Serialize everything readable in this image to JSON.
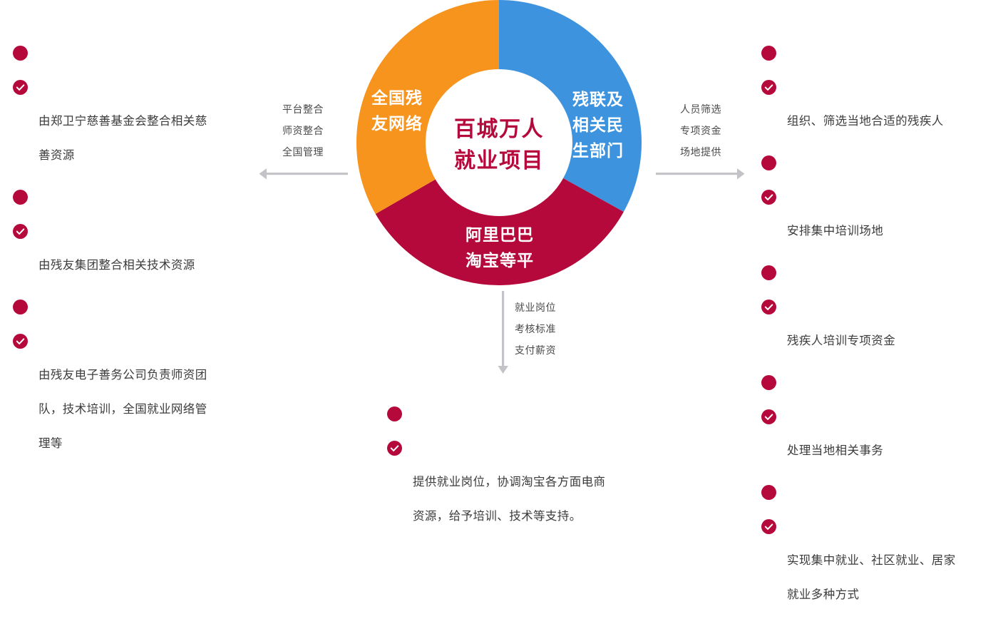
{
  "diagram": {
    "title": "百城万人就业项目",
    "colors": {
      "orange": "#F7941D",
      "blue": "#3D93DD",
      "crimson": "#B5093C",
      "arrow_gray": "#C4C4C8",
      "text_gray": "#3C3C3C"
    },
    "center": {
      "line1": "百城万人",
      "line2": "就业项目"
    },
    "segments": [
      {
        "id": "blue",
        "name": "残联及相关民生部门",
        "color": "#3D93DD",
        "lines": [
          "残联及",
          "相关民",
          "生部门"
        ],
        "start_angle": 0,
        "end_angle": 119
      },
      {
        "id": "crimson",
        "name": "阿里巴巴淘宝等平",
        "color": "#B5093C",
        "lines": [
          "阿里巴巴",
          "淘宝等平"
        ],
        "start_angle": 119,
        "end_angle": 240
      },
      {
        "id": "orange",
        "name": "全国残友网络",
        "color": "#F7941D",
        "lines": [
          "全国残",
          "友网络"
        ],
        "start_angle": 240,
        "end_angle": 360
      }
    ],
    "arrows": {
      "left": {
        "direction": "left",
        "labels": [
          "平台整合",
          "师资整合",
          "全国管理"
        ]
      },
      "right": {
        "direction": "right",
        "labels": [
          "人员筛选",
          "专项资金",
          "场地提供"
        ]
      },
      "down": {
        "direction": "down",
        "labels": [
          "就业岗位",
          "考核标准",
          "支付薪资"
        ]
      }
    },
    "lists": {
      "left": {
        "icon": "check-circle-icon",
        "items": [
          "由郑卫宁慈善基金会整合相关慈\n善资源",
          "由残友集团整合相关技术资源",
          "由残友电子善务公司负责师资团\n队，技术培训，全国就业网络管\n理等"
        ]
      },
      "right": {
        "icon": "check-circle-icon",
        "items": [
          "组织、筛选当地合适的残疾人",
          "安排集中培训场地",
          "残疾人培训专项资金",
          "处理当地相关事务",
          "实现集中就业、社区就业、居家\n就业多种方式"
        ]
      },
      "bottom": {
        "icon": "check-circle-icon",
        "items": [
          "提供就业岗位，协调淘宝各方面电商\n资源，给予培训、技术等支持。"
        ]
      }
    }
  }
}
